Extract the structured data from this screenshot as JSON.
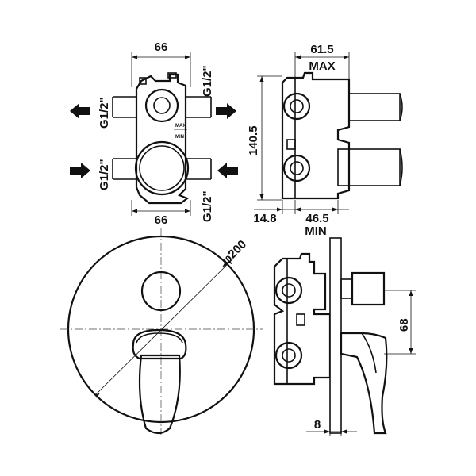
{
  "labels": {
    "top_width": "66",
    "bottom_width": "66",
    "g_out_left": "G1/2\"",
    "g_out_right": "G1/2\"",
    "g_in_left": "G1/2\"",
    "g_in_right": "G1/2\"",
    "max_mark": "MAX",
    "min_mark": "MIN",
    "side_depth_max_value": "61.5",
    "side_depth_max_word": "MAX",
    "side_height": "140.5",
    "side_offset": "14.8",
    "side_depth_min_value": "46.5",
    "side_depth_min_word": "MIN",
    "plate_diameter": "φ200",
    "handle_height": "68",
    "plate_thickness": "8"
  },
  "icons": {
    "outlet_left": "arrow-left-icon",
    "outlet_right": "arrow-right-icon",
    "inlet_left": "arrow-right-icon",
    "inlet_right": "arrow-left-icon"
  }
}
